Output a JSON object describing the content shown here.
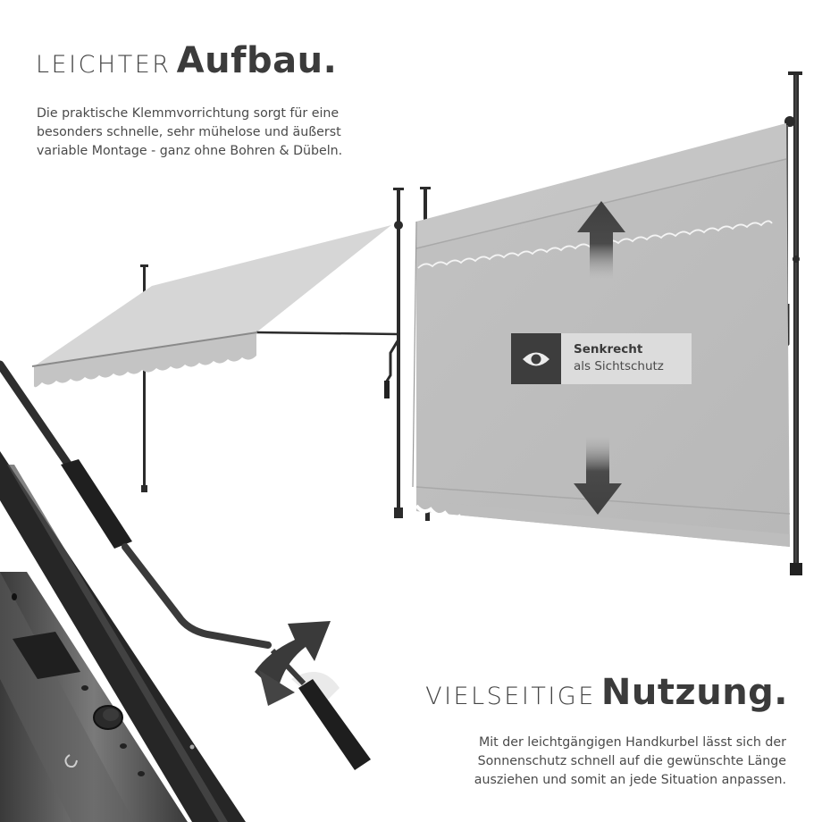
{
  "top_section": {
    "headline_light": "LEICHTER",
    "headline_bold": "Aufbau.",
    "paragraph_lines": [
      "Die praktische Klemmvorrichtung sorgt für eine",
      "besonders schnelle, sehr mühelose und äußerst",
      "variable Montage - ganz ohne Bohren & Dübeln."
    ]
  },
  "badge": {
    "icon": "eye-icon",
    "title": "Senkrecht",
    "subtitle": "als Sichtschutz"
  },
  "bottom_section": {
    "headline_light": "VIELSEITIGE",
    "headline_bold": "Nutzung.",
    "paragraph_lines": [
      "Mit der leichtgängigen Handkurbel lässt sich der",
      "Sonnenschutz schnell auf die gewünschte Länge",
      "ausziehen und somit an jede Situation anpassen."
    ]
  },
  "illustrations": {
    "awning_horizontal": "clamp awning extended at angle",
    "awning_vertical": "clamp awning lowered vertically as privacy screen",
    "arrows": [
      "arrow-up-icon",
      "arrow-down-icon",
      "rotate-arrow-icon"
    ],
    "closeup": "hand crank and telescopic pole close-up"
  },
  "colors": {
    "fabric": "#d2d2d2",
    "fabric_vertical": "#bdbdbd",
    "pole": "#2b2b2b",
    "text": "#3b3b3b",
    "badge_dark": "#3d3d3d",
    "badge_light": "#dcdcdc"
  }
}
